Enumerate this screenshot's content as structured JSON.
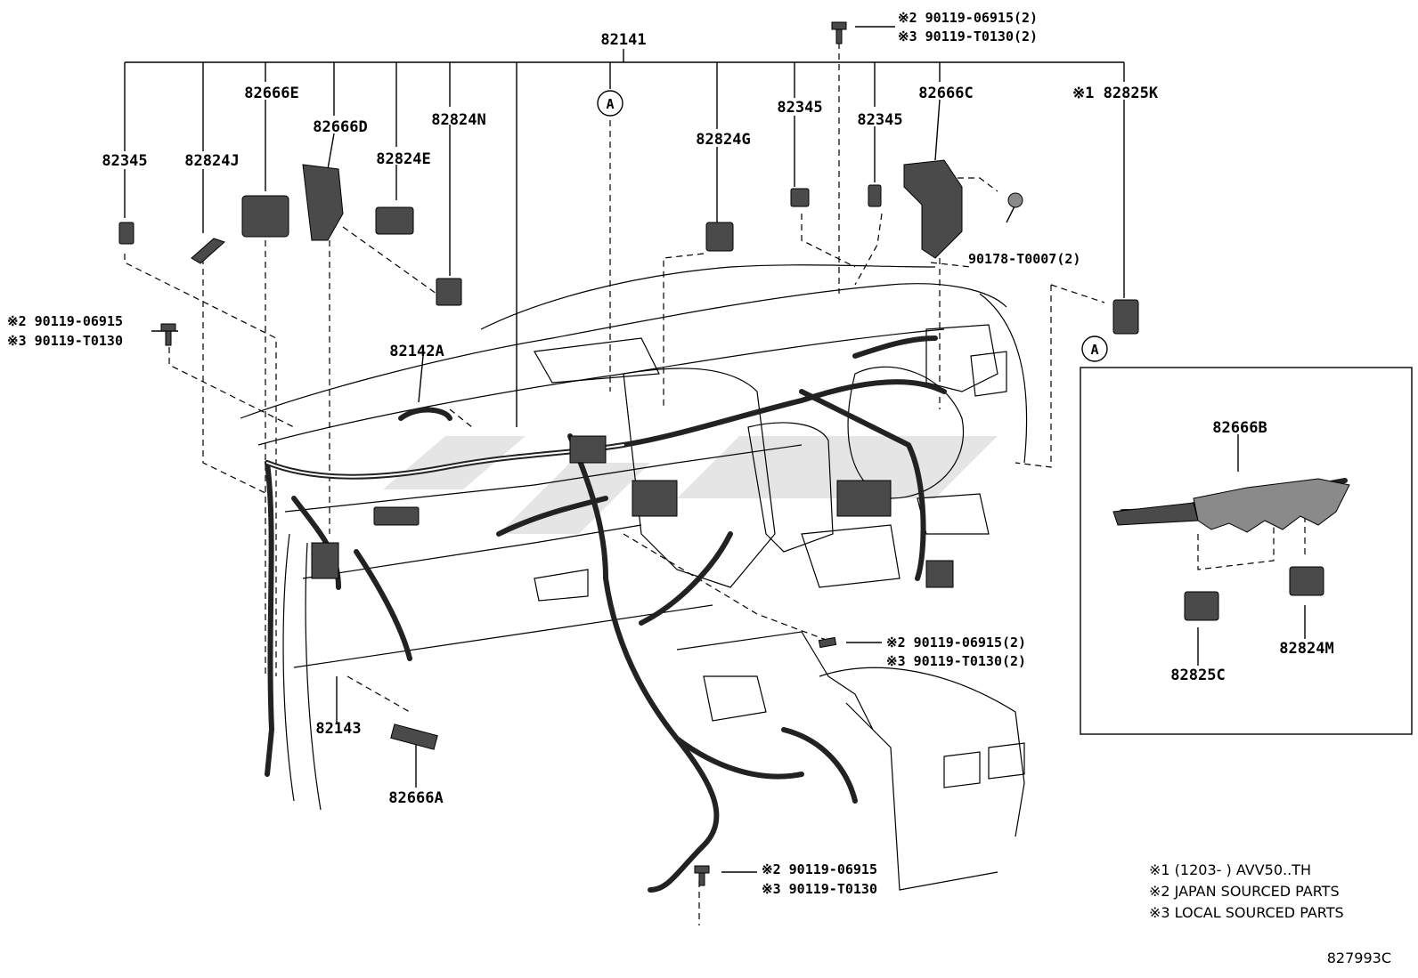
{
  "diagram": {
    "main_harness": "82141",
    "callouts": [
      {
        "id": "82345_left",
        "text": "82345"
      },
      {
        "id": "82824J",
        "text": "82824J"
      },
      {
        "id": "82666E",
        "text": "82666E"
      },
      {
        "id": "82666D",
        "text": "82666D"
      },
      {
        "id": "82824E",
        "text": "82824E"
      },
      {
        "id": "82824N",
        "text": "82824N"
      },
      {
        "id": "82824G",
        "text": "82824G"
      },
      {
        "id": "82345_mid",
        "text": "82345"
      },
      {
        "id": "82345_right",
        "text": "82345"
      },
      {
        "id": "82666C",
        "text": "82666C"
      },
      {
        "id": "82825K",
        "text": "※1 82825K"
      },
      {
        "id": "90178",
        "text": "90178-T0007(2)"
      },
      {
        "id": "82142A",
        "text": "82142A"
      },
      {
        "id": "82143",
        "text": "82143"
      },
      {
        "id": "82666A",
        "text": "82666A"
      },
      {
        "id": "82666B",
        "text": "82666B"
      },
      {
        "id": "82825C",
        "text": "82825C"
      },
      {
        "id": "82824M",
        "text": "82824M"
      }
    ],
    "bolts": [
      {
        "id": "bolt_top",
        "line1": "※2 90119-06915(2)",
        "line2": "※3 90119-T0130(2)"
      },
      {
        "id": "bolt_left",
        "line1": "※2 90119-06915",
        "line2": "※3 90119-T0130"
      },
      {
        "id": "bolt_center",
        "line1": "※2 90119-06915(2)",
        "line2": "※3 90119-T0130(2)"
      },
      {
        "id": "bolt_bottom",
        "line1": "※2 90119-06915",
        "line2": "※3 90119-T0130"
      }
    ],
    "ref_marker": "A",
    "inset_marker": "A",
    "notes": [
      "※1 (1203-      ) AVV50..TH",
      "※2 JAPAN SOURCED PARTS",
      "※3 LOCAL SOURCED PARTS"
    ],
    "drawing_number": "827993C"
  }
}
